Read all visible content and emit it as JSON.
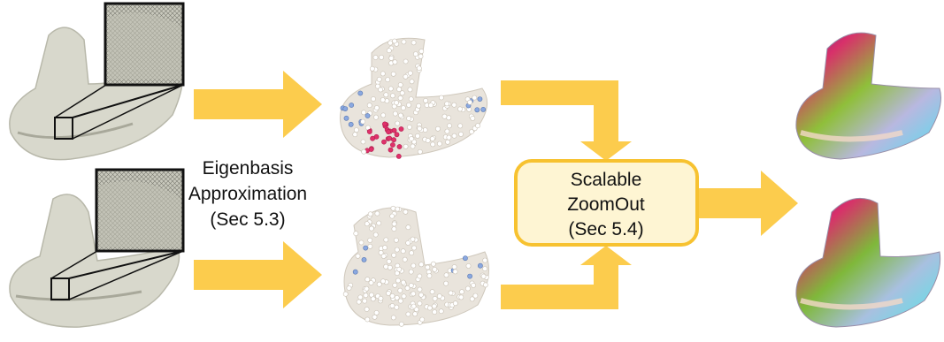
{
  "labels": {
    "eigen_line1": "Eigenbasis",
    "eigen_line2": "Approximation",
    "eigen_line3": "(Sec 5.3)",
    "zoom_line1": "Scalable",
    "zoom_line2": "ZoomOut",
    "zoom_line3": "(Sec 5.4)"
  },
  "colors": {
    "arrow": "#fccc4d",
    "box_fill": "#fef5d3",
    "box_stroke": "#f7c230",
    "mesh_gray": "#d8d8cc",
    "mesh_shadow": "#b8b8aa"
  },
  "shapes": {
    "left_top": "mandible-mesh-with-zoom-inset",
    "left_bottom": "mandible-mesh-with-zoom-inset",
    "middle_top": "mandible-sampled-points",
    "middle_bottom": "mandible-sampled-points",
    "right_top": "mandible-colored-correspondence",
    "right_bottom": "mandible-colored-correspondence"
  }
}
